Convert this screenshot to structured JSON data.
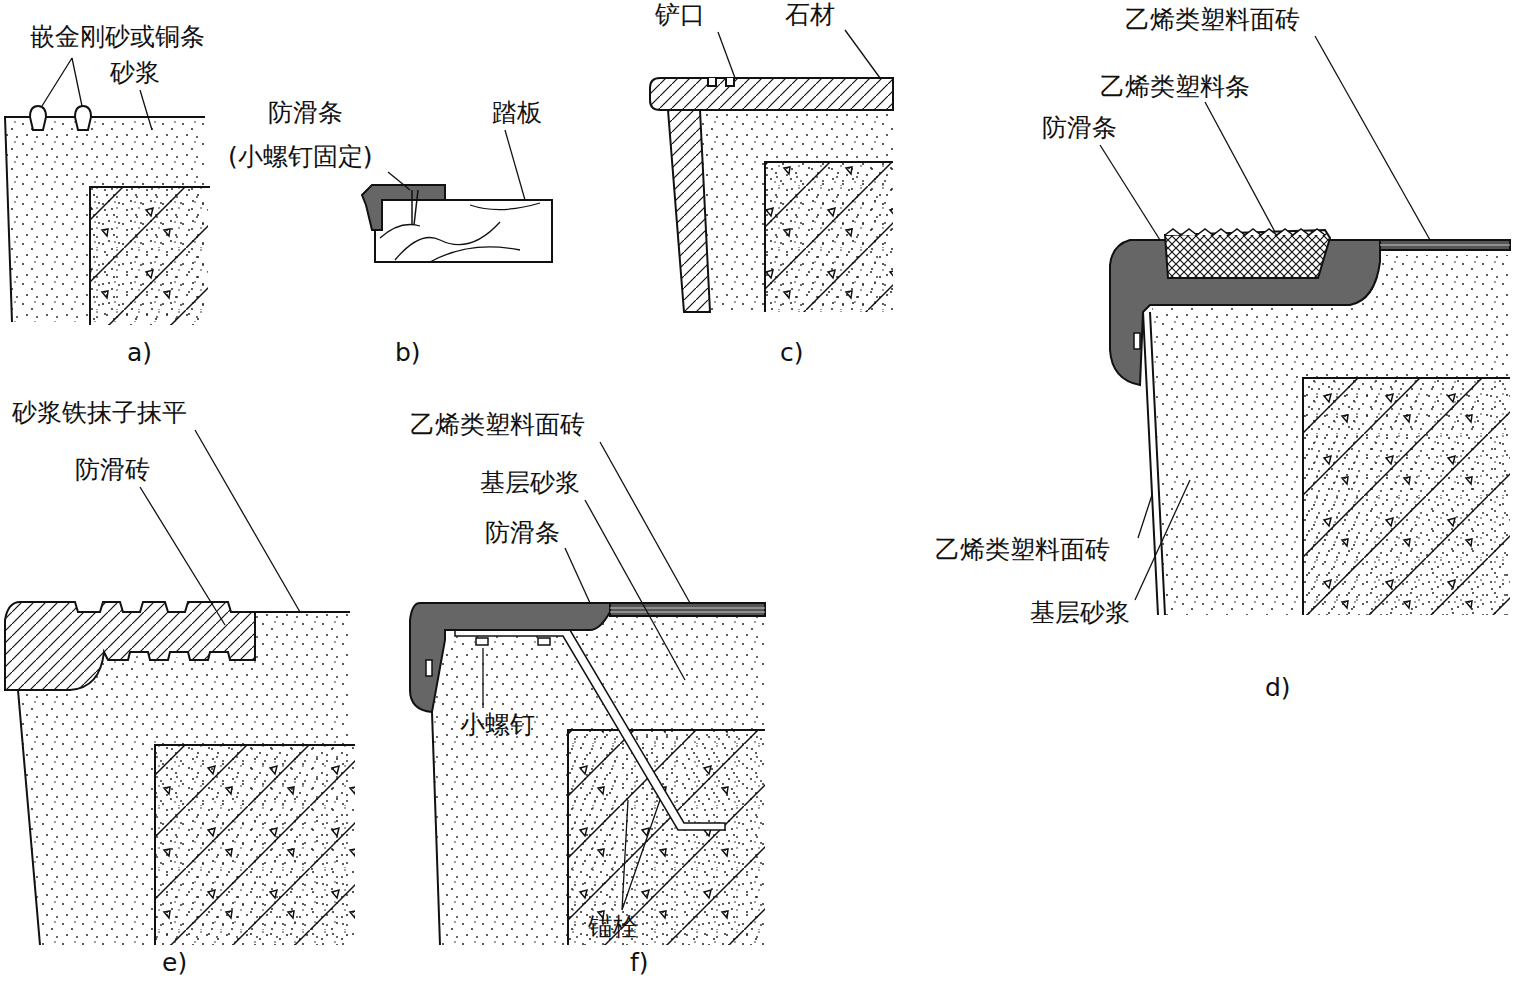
{
  "diagram": {
    "labels": [
      "嵌金刚砂或铜条",
      "砂浆",
      "a)",
      "防滑条",
      "(小螺钉固定)",
      "踏板",
      "b)",
      "铲口",
      "石材",
      "c)",
      "乙烯类塑料面砖",
      "乙烯类塑料条",
      "防滑条",
      "乙烯类塑料面砖",
      "基层砂浆",
      "d)",
      "砂浆铁抹子抹平",
      "防滑砖",
      "e)",
      "乙烯类塑料面砖",
      "基层砂浆",
      "防滑条",
      "小螺钉",
      "锚栓",
      "f)"
    ]
  }
}
